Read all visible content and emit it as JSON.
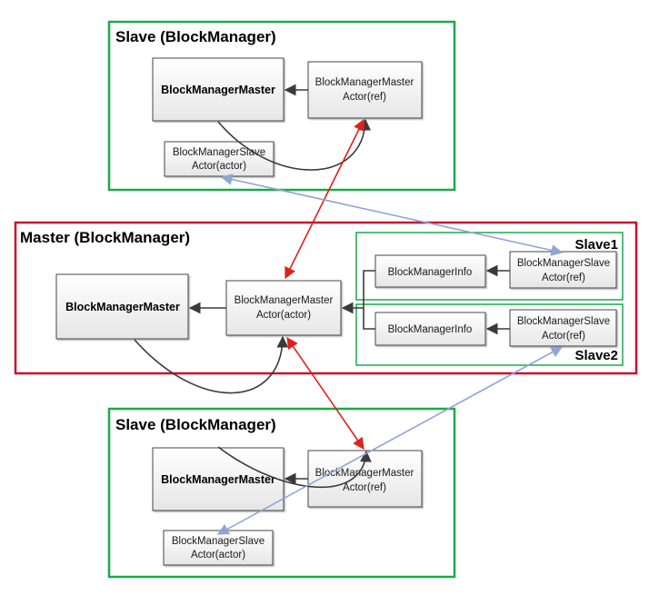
{
  "frames": {
    "slave_top": {
      "title": "Slave (BlockManager)"
    },
    "master": {
      "title": "Master (BlockManager)"
    },
    "slave_bottom": {
      "title": "Slave (BlockManager)"
    },
    "slave1": {
      "title": "Slave1"
    },
    "slave2": {
      "title": "Slave2"
    }
  },
  "boxes": {
    "top_bmm": {
      "lines": [
        "BlockManagerMaster"
      ]
    },
    "top_bmm_actor": {
      "lines": [
        "BlockManagerMaster",
        "Actor(ref)"
      ]
    },
    "top_bms_actor": {
      "lines": [
        "BlockManagerSlave",
        "Actor(actor)"
      ]
    },
    "master_bmm": {
      "lines": [
        "BlockManagerMaster"
      ]
    },
    "master_bmm_actor": {
      "lines": [
        "BlockManagerMaster",
        "Actor(actor)"
      ]
    },
    "s1_info": {
      "lines": [
        "BlockManagerInfo"
      ]
    },
    "s1_actor": {
      "lines": [
        "BlockManagerSlave",
        "Actor(ref)"
      ]
    },
    "s2_info": {
      "lines": [
        "BlockManagerInfo"
      ]
    },
    "s2_actor": {
      "lines": [
        "BlockManagerSlave",
        "Actor(ref)"
      ]
    },
    "bot_bmm": {
      "lines": [
        "BlockManagerMaster"
      ]
    },
    "bot_bmm_actor": {
      "lines": [
        "BlockManagerMaster",
        "Actor(ref)"
      ]
    },
    "bot_bms_actor": {
      "lines": [
        "BlockManagerSlave",
        "Actor(actor)"
      ]
    }
  },
  "colors": {
    "slave_frame": "#1aaa4a",
    "master_frame": "#c8102e",
    "connector": "#3a3a3a",
    "red_link": "#e0201a",
    "blue_link": "#8fa6d4"
  }
}
